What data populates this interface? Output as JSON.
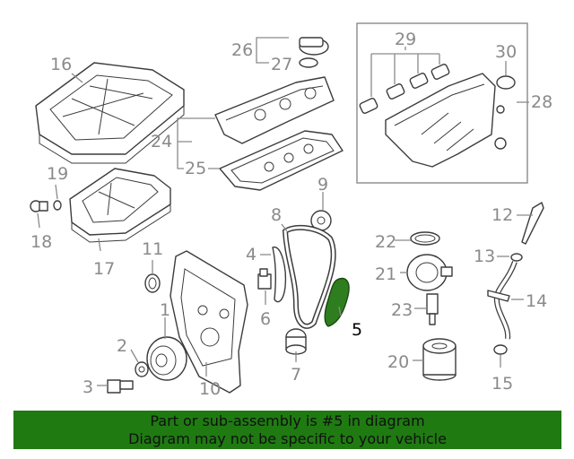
{
  "labels": {
    "p1": "1",
    "p2": "2",
    "p3": "3",
    "p4": "4",
    "p5": "5",
    "p6": "6",
    "p7": "7",
    "p8": "8",
    "p9": "9",
    "p10": "10",
    "p11": "11",
    "p12": "12",
    "p13": "13",
    "p14": "14",
    "p15": "15",
    "p16": "16",
    "p17": "17",
    "p18": "18",
    "p19": "19",
    "p20": "20",
    "p21": "21",
    "p22": "22",
    "p23": "23",
    "p24": "24",
    "p25": "25",
    "p26": "26",
    "p27": "27",
    "p28": "28",
    "p29": "29",
    "p30": "30"
  },
  "highlight": {
    "part_number": "5",
    "color": "#2e7d1e"
  },
  "banner": {
    "line1": "Part or sub-assembly is #5 in diagram",
    "line2": "Diagram may not be specific to your vehicle",
    "background": "#1f7a12"
  }
}
